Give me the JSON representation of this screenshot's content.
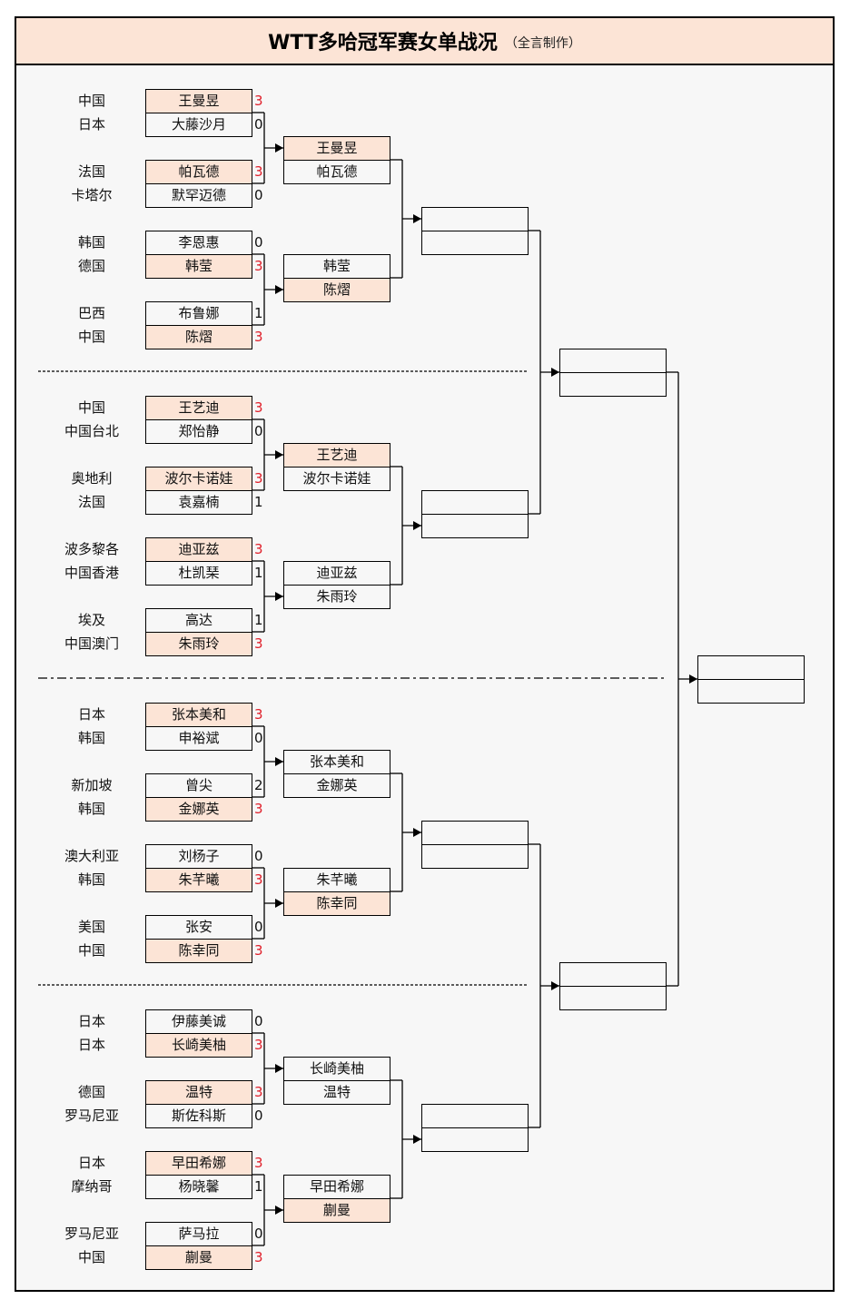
{
  "header": {
    "title": "WTT多哈冠军赛女单战况",
    "subtitle": "（全言制作）"
  },
  "colors": {
    "winner_fill": "#fce4d6",
    "winner_score": "#e0202a",
    "header_fill": "#fce4d6",
    "panel_bg": "#f7f7f7"
  },
  "round1": [
    {
      "p1": {
        "country": "中国",
        "name": "王曼昱",
        "score": "3",
        "win": true
      },
      "p2": {
        "country": "日本",
        "name": "大藤沙月",
        "score": "0",
        "win": false
      }
    },
    {
      "p1": {
        "country": "法国",
        "name": "帕瓦德",
        "score": "3",
        "win": true
      },
      "p2": {
        "country": "卡塔尔",
        "name": "默罕迈德",
        "score": "0",
        "win": false
      }
    },
    {
      "p1": {
        "country": "韩国",
        "name": "李恩惠",
        "score": "0",
        "win": false
      },
      "p2": {
        "country": "德国",
        "name": "韩莹",
        "score": "3",
        "win": true
      }
    },
    {
      "p1": {
        "country": "巴西",
        "name": "布鲁娜",
        "score": "1",
        "win": false
      },
      "p2": {
        "country": "中国",
        "name": "陈熠",
        "score": "3",
        "win": true
      }
    },
    {
      "p1": {
        "country": "中国",
        "name": "王艺迪",
        "score": "3",
        "win": true
      },
      "p2": {
        "country": "中国台北",
        "name": "郑怡静",
        "score": "0",
        "win": false
      }
    },
    {
      "p1": {
        "country": "奥地利",
        "name": "波尔卡诺娃",
        "score": "3",
        "win": true
      },
      "p2": {
        "country": "法国",
        "name": "袁嘉楠",
        "score": "1",
        "win": false
      }
    },
    {
      "p1": {
        "country": "波多黎各",
        "name": "迪亚兹",
        "score": "3",
        "win": true
      },
      "p2": {
        "country": "中国香港",
        "name": "杜凯琹",
        "score": "1",
        "win": false
      }
    },
    {
      "p1": {
        "country": "埃及",
        "name": "高达",
        "score": "1",
        "win": false
      },
      "p2": {
        "country": "中国澳门",
        "name": "朱雨玲",
        "score": "3",
        "win": true
      }
    },
    {
      "p1": {
        "country": "日本",
        "name": "张本美和",
        "score": "3",
        "win": true
      },
      "p2": {
        "country": "韩国",
        "name": "申裕斌",
        "score": "0",
        "win": false
      }
    },
    {
      "p1": {
        "country": "新加坡",
        "name": "曾尖",
        "score": "2",
        "win": false
      },
      "p2": {
        "country": "韩国",
        "name": "金娜英",
        "score": "3",
        "win": true
      }
    },
    {
      "p1": {
        "country": "澳大利亚",
        "name": "刘杨子",
        "score": "0",
        "win": false
      },
      "p2": {
        "country": "韩国",
        "name": "朱芊曦",
        "score": "3",
        "win": true
      }
    },
    {
      "p1": {
        "country": "美国",
        "name": "张安",
        "score": "0",
        "win": false
      },
      "p2": {
        "country": "中国",
        "name": "陈幸同",
        "score": "3",
        "win": true
      }
    },
    {
      "p1": {
        "country": "日本",
        "name": "伊藤美诚",
        "score": "0",
        "win": false
      },
      "p2": {
        "country": "日本",
        "name": "长崎美柚",
        "score": "3",
        "win": true
      }
    },
    {
      "p1": {
        "country": "德国",
        "name": "温特",
        "score": "3",
        "win": true
      },
      "p2": {
        "country": "罗马尼亚",
        "name": "斯佐科斯",
        "score": "0",
        "win": false
      }
    },
    {
      "p1": {
        "country": "日本",
        "name": "早田希娜",
        "score": "3",
        "win": true
      },
      "p2": {
        "country": "摩纳哥",
        "name": "杨晓馨",
        "score": "1",
        "win": false
      }
    },
    {
      "p1": {
        "country": "罗马尼亚",
        "name": "萨马拉",
        "score": "0",
        "win": false
      },
      "p2": {
        "country": "中国",
        "name": "蒯曼",
        "score": "3",
        "win": true
      }
    }
  ],
  "round2": [
    {
      "p1": {
        "name": "王曼昱",
        "win": true
      },
      "p2": {
        "name": "帕瓦德",
        "win": false
      }
    },
    {
      "p1": {
        "name": "韩莹",
        "win": false
      },
      "p2": {
        "name": "陈熠",
        "win": true
      }
    },
    {
      "p1": {
        "name": "王艺迪",
        "win": true
      },
      "p2": {
        "name": "波尔卡诺娃",
        "win": false
      }
    },
    {
      "p1": {
        "name": "迪亚兹",
        "win": false
      },
      "p2": {
        "name": "朱雨玲",
        "win": false
      }
    },
    {
      "p1": {
        "name": "张本美和",
        "win": false
      },
      "p2": {
        "name": "金娜英",
        "win": false
      }
    },
    {
      "p1": {
        "name": "朱芊曦",
        "win": false
      },
      "p2": {
        "name": "陈幸同",
        "win": true
      }
    },
    {
      "p1": {
        "name": "长崎美柚",
        "win": false
      },
      "p2": {
        "name": "温特",
        "win": false
      }
    },
    {
      "p1": {
        "name": "早田希娜",
        "win": false
      },
      "p2": {
        "name": "蒯曼",
        "win": true
      }
    }
  ],
  "quarterfinals": [
    {
      "p1": {
        "name": "",
        "win": false
      },
      "p2": {
        "name": "",
        "win": false
      }
    },
    {
      "p1": {
        "name": "",
        "win": false
      },
      "p2": {
        "name": "",
        "win": false
      }
    },
    {
      "p1": {
        "name": "",
        "win": false
      },
      "p2": {
        "name": "",
        "win": false
      }
    },
    {
      "p1": {
        "name": "",
        "win": false
      },
      "p2": {
        "name": "",
        "win": false
      }
    }
  ],
  "semifinals": [
    {
      "p1": {
        "name": "",
        "win": false
      },
      "p2": {
        "name": "",
        "win": false
      }
    },
    {
      "p1": {
        "name": "",
        "win": false
      },
      "p2": {
        "name": "",
        "win": false
      }
    }
  ],
  "final": {
    "p1": {
      "name": "",
      "win": false
    },
    "p2": {
      "name": "",
      "win": false
    }
  }
}
